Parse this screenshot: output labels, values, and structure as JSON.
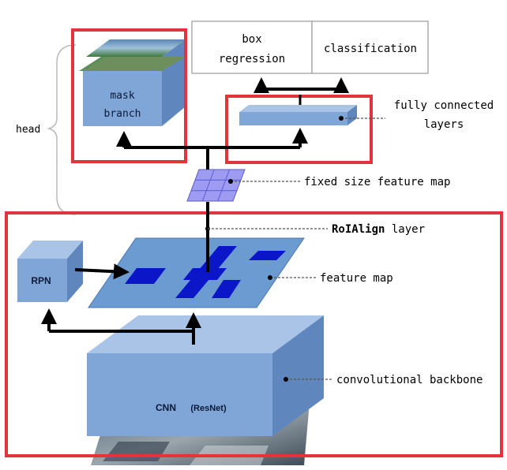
{
  "labels": {
    "box_regression_line1": "box",
    "box_regression_line2": "regression",
    "classification": "classification",
    "mask_branch_line1": "mask",
    "mask_branch_line2": "branch",
    "fully_connected_line1": "fully connected",
    "fully_connected_line2": "layers",
    "head": "head",
    "fixed_size_feature_map": "fixed size feature map",
    "roialign_bold": "RoIAlign",
    "roialign_rest": "layer",
    "rpn": "RPN",
    "feature_map": "feature map",
    "cnn": "CNN",
    "resnet": "(ResNet)",
    "convolutional_backbone": "convolutional backbone"
  },
  "colors": {
    "highlight_red": "#e0353b",
    "box_face": "#7fa6d6",
    "box_top": "#a9c4e6",
    "box_side": "#5f87bd",
    "feature_plane": "#6c9bd2",
    "region_blue": "#0a16c8",
    "grid_purple": "#9d9cf2",
    "arrow": "#000000",
    "brace": "#b9b9b9"
  }
}
